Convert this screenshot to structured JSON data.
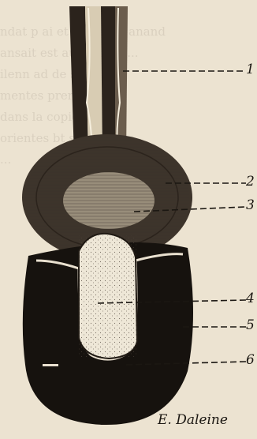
{
  "illustration": {
    "description_icon": "anatomical-engraving",
    "labels": [
      "1",
      "2",
      "3",
      "4",
      "5",
      "6"
    ],
    "signature": "E. Daleine"
  }
}
